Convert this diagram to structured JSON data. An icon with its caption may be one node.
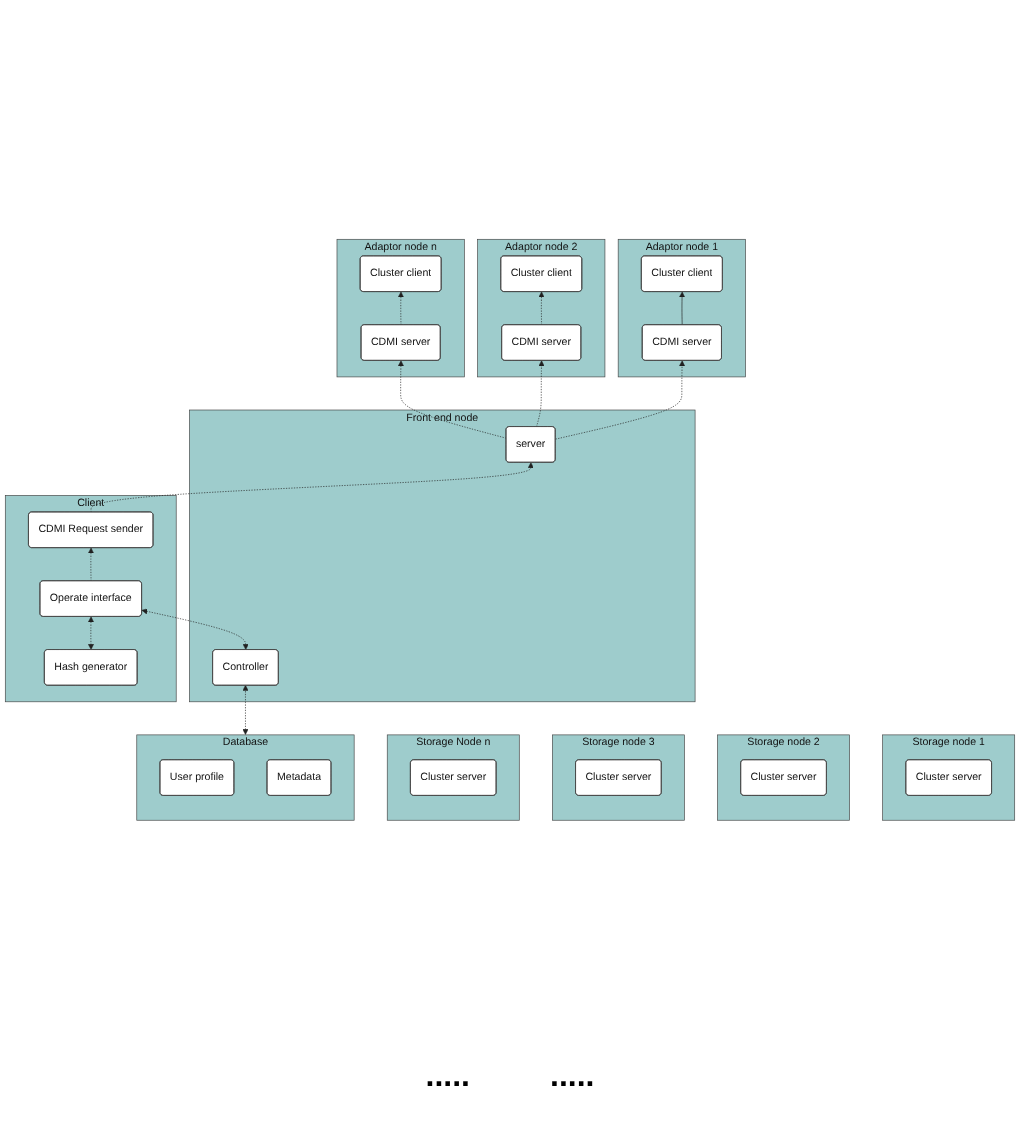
{
  "diagram": {
    "nodes": [
      {
        "text": [
          "Storage node 1"
        ]
      },
      {
        "text": [
          "Cluster server"
        ],
        "in": 0
      },
      {
        "text": [
          "Storage node 2"
        ]
      },
      {
        "text": [
          "Cluster server"
        ],
        "in": 2
      },
      {
        "text": [
          "Storage node 3"
        ]
      },
      {
        "text": [
          "Cluster server"
        ],
        "in": 4
      },
      {
        "text": [
          "Storage Node n"
        ]
      },
      {
        "text": [
          "Cluster server"
        ],
        "in": 6
      },
      {
        "text": [
          "Adaptor node 1"
        ]
      },
      {
        "text": [
          "Cluster client"
        ],
        "in": 8
      },
      {
        "text": [
          "CDMI server"
        ],
        "in": 8
      },
      {
        "text": [
          "Adaptor node 2"
        ]
      },
      {
        "text": [
          "Cluster client"
        ],
        "in": 11
      },
      {
        "text": [
          "CDMI server"
        ],
        "in": 11
      },
      {
        "text": [
          "Adaptor node n"
        ]
      },
      {
        "text": [
          "Cluster client"
        ],
        "in": 14
      },
      {
        "text": [
          "CDMI server"
        ],
        "in": 14
      },
      {
        "text": [
          "Database"
        ]
      },
      {
        "text": [
          "User profile"
        ],
        "in": 17
      },
      {
        "text": [
          "Metadata"
        ],
        "in": 17
      },
      {
        "text": [
          "Front end node"
        ]
      },
      {
        "text": [
          "Controller"
        ],
        "in": 20
      },
      {
        "text": [
          "server"
        ],
        "in": 20
      },
      {
        "text": [
          "Client"
        ]
      },
      {
        "text": [
          "Hash generator"
        ],
        "in": 23
      },
      {
        "text": [
          "Operate interface"
        ],
        "in": 23
      },
      {
        "text": [
          "CDMI Request sender"
        ],
        "in": 23
      }
    ],
    "edges": [
      {
        "from": 10,
        "to": 9,
        "arrow": "to"
      },
      {
        "from": 13,
        "to": 12,
        "arrow": "to",
        "style": "dashed"
      },
      {
        "from": 16,
        "to": 15,
        "arrow": "to",
        "style": "dashed"
      },
      {
        "from": 22,
        "to": 10,
        "arrow": "to",
        "style": "dashed"
      },
      {
        "from": 22,
        "to": 13,
        "arrow": "to",
        "style": "dashed"
      },
      {
        "from": 22,
        "to": 16,
        "arrow": "to",
        "style": "dashed"
      },
      {
        "from": 17,
        "to": 21,
        "arrow": "both",
        "style": "dashed"
      },
      {
        "from": 21,
        "to": 25,
        "arrow": "both",
        "style": "dashed"
      },
      {
        "from": 24,
        "to": 25,
        "arrow": "both",
        "style": "dashed"
      },
      {
        "from": 25,
        "to": 26,
        "arrow": "to",
        "style": "dashed"
      },
      {
        "from": 26,
        "to": 22,
        "arrow": "to",
        "style": "dashed"
      }
    ],
    "labels": [
      ".....",
      "....."
    ]
  }
}
